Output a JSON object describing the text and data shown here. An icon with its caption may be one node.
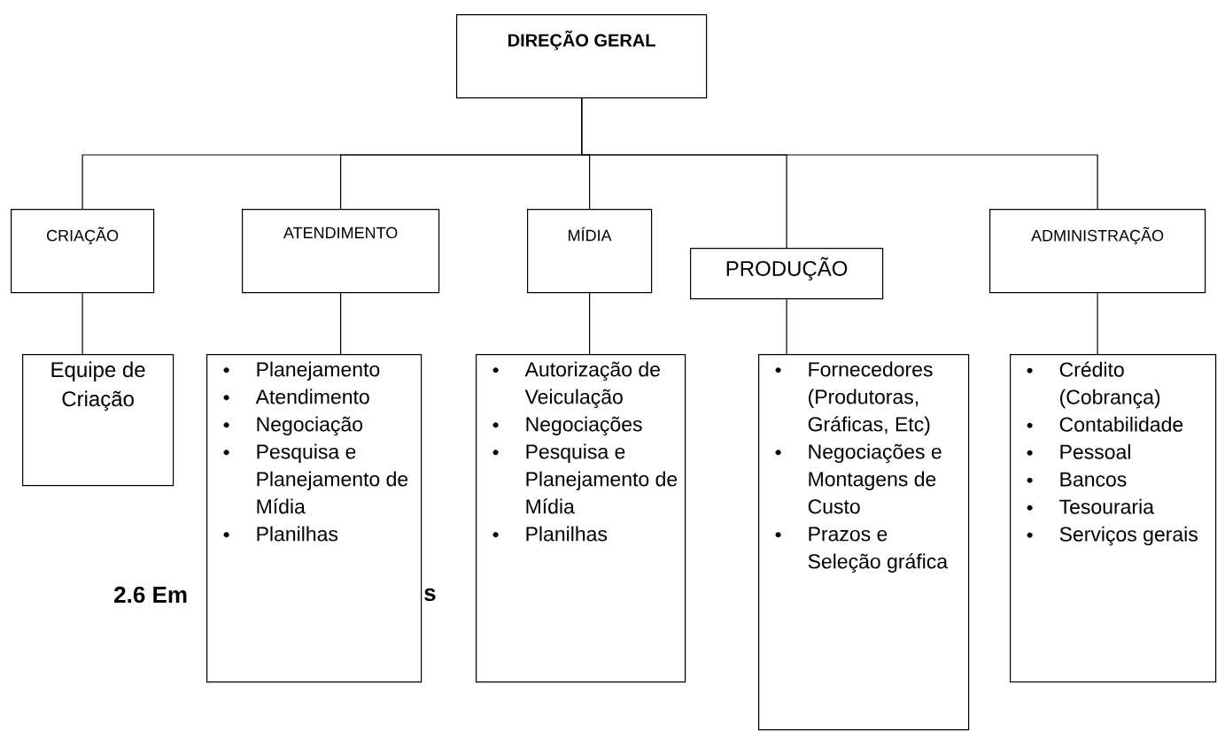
{
  "diagram": {
    "nodes": [
      {
        "text": [
          "DIREÇÃO GERAL"
        ]
      },
      {
        "text": [
          "CRIAÇÃO"
        ]
      },
      {
        "text": [
          "ATENDIMENTO"
        ]
      },
      {
        "text": [
          "MÍDIA"
        ]
      },
      {
        "text": [
          "PRODUÇÃO"
        ]
      },
      {
        "text": [
          "ADMINISTRAÇÃO"
        ]
      },
      {
        "text": [
          "Equipe de Criação"
        ]
      },
      {
        "text": [
          "Planejamento",
          "Atendimento",
          "Negociação",
          "Pesquisa e Planejamento de Mídia",
          "Planilhas"
        ]
      },
      {
        "text": [
          "Autorização de Veiculação",
          "Negociações",
          "Pesquisa e Planejamento de Mídia",
          "Planilhas"
        ]
      },
      {
        "text": [
          "Fornecedores (Produtoras, Gráficas, Etc)",
          "Negociações e Montagens de Custo",
          "Prazos e Seleção gráfica"
        ]
      },
      {
        "text": [
          "Crédito (Cobrança)",
          "Contabilidade",
          "Pessoal",
          "Bancos",
          "Tesouraria",
          "Serviços gerais"
        ]
      }
    ],
    "edges": [
      {
        "from": 0,
        "to": 1,
        "arrow": "none"
      },
      {
        "from": 0,
        "to": 2,
        "arrow": "none"
      },
      {
        "from": 0,
        "to": 3,
        "arrow": "none"
      },
      {
        "from": 0,
        "to": 4,
        "arrow": "none"
      },
      {
        "from": 0,
        "to": 5,
        "arrow": "none"
      },
      {
        "from": 1,
        "to": 6,
        "arrow": "none"
      },
      {
        "from": 2,
        "to": 7,
        "arrow": "none"
      },
      {
        "from": 3,
        "to": 8,
        "arrow": "none"
      },
      {
        "from": 4,
        "to": 9,
        "arrow": "none"
      },
      {
        "from": 5,
        "to": 10,
        "arrow": "none"
      }
    ],
    "labels": [
      "2.6  Em",
      "s"
    ]
  }
}
